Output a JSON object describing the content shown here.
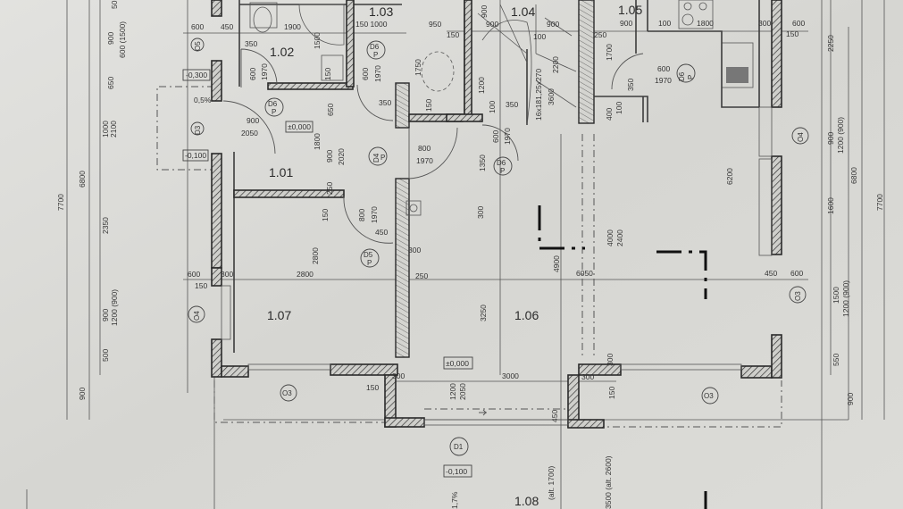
{
  "rooms": [
    "1.02",
    "1.03",
    "1.04",
    "1.05",
    "1.01",
    "1.07",
    "1.06",
    "1.08"
  ],
  "levels": [
    "-0,300",
    "0,5%",
    "±0,000",
    "-0,100",
    "±0,000",
    "-0,100"
  ],
  "tags": [
    "O5",
    "D3",
    "D6",
    "P",
    "D4",
    "P",
    "D6",
    "P",
    "D5",
    "P",
    "D6",
    "P",
    "D6",
    "P",
    "O4",
    "O4",
    "O3",
    "O3",
    "O3",
    "D1"
  ],
  "dims": [
    "600",
    "450",
    "1900",
    "350",
    "1500",
    "600",
    "1970",
    "150",
    "150 1000",
    "950",
    "600",
    "1970",
    "1750",
    "350",
    "150",
    "900",
    "2050",
    "650",
    "1800",
    "900",
    "2020",
    "800",
    "1970",
    "250",
    "150",
    "800",
    "1970",
    "450",
    "300",
    "2800",
    "50",
    "900",
    "600 (1500)",
    "650",
    "1000",
    "2100",
    "6800",
    "7700",
    "2350",
    "900",
    "1200 (900)",
    "500",
    "900",
    "900",
    "900",
    "900",
    "150",
    "100",
    "250",
    "1700",
    "1200",
    "100",
    "350",
    "16x181,25x270",
    "3600",
    "2200",
    "600",
    "1970",
    "1350",
    "300",
    "400",
    "100",
    "900",
    "100",
    "1800",
    "600",
    "1970",
    "350",
    "300",
    "600",
    "150",
    "2250",
    "6200",
    "900",
    "1200 (900)",
    "6800",
    "7700",
    "1600",
    "4000",
    "2400",
    "4900",
    "6050",
    "450",
    "600",
    "600",
    "300",
    "2800",
    "250",
    "150",
    "3250",
    "1500",
    "1200 (900)",
    "550",
    "900",
    "300",
    "3000",
    "300",
    "150",
    "1200",
    "2050",
    "150",
    "300",
    "450",
    "1,7%",
    "(alt. 1700)",
    "3500 (alt. 2600)"
  ],
  "colors": {
    "paper": "#d8d8d4",
    "ink": "#333333"
  }
}
